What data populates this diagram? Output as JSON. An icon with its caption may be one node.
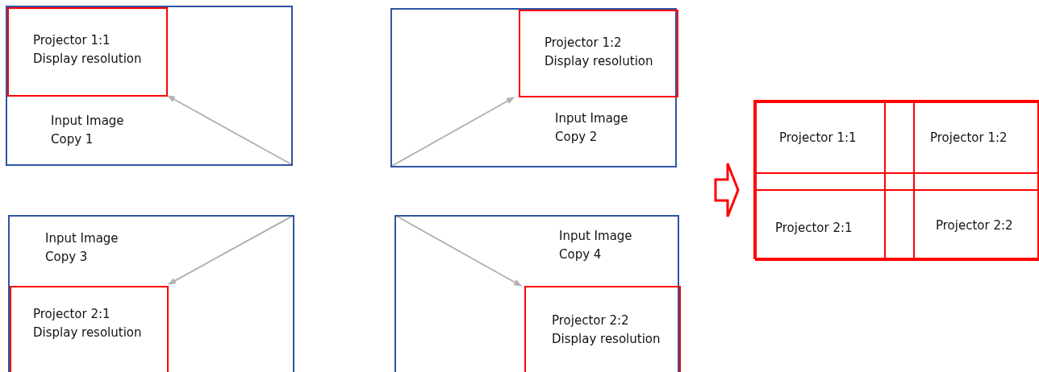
{
  "diagram": {
    "nodes": [
      {
        "text": [
          "Input Image Copy 1"
        ]
      },
      {
        "text": [
          "Projector 1:1 Display resolution"
        ],
        "in": 0
      },
      {
        "text": [
          "Input Image Copy 2"
        ]
      },
      {
        "text": [
          "Projector 1:2 Display resolution"
        ],
        "in": 2
      },
      {
        "text": [
          "Input Image Copy 3"
        ]
      },
      {
        "text": [
          "Projector 2:1 Display resolution"
        ],
        "in": 4
      },
      {
        "text": [
          "Input Image Copy 4"
        ]
      },
      {
        "text": [
          "Projector 2:2 Display resolution"
        ],
        "in": 6
      },
      {
        "text": [],
        "shape": "box"
      },
      {
        "text": [
          "Projector 1:1"
        ],
        "in": 8
      },
      {
        "text": [
          "Projector 1:2"
        ],
        "in": 8
      },
      {
        "text": [
          "Projector 2:1"
        ],
        "in": 8
      },
      {
        "text": [
          "Projector 2:2"
        ],
        "in": 8
      }
    ],
    "edges": [
      {
        "from": 0,
        "to": 1,
        "arrow": "to"
      },
      {
        "from": 2,
        "to": 3,
        "arrow": "to"
      },
      {
        "from": 4,
        "to": 5,
        "arrow": "to"
      },
      {
        "from": 6,
        "to": 7,
        "arrow": "to"
      },
      {
        "from": null,
        "to": 8,
        "arrow": "to",
        "style": "thick",
        "color": "#ff0000"
      }
    ]
  }
}
